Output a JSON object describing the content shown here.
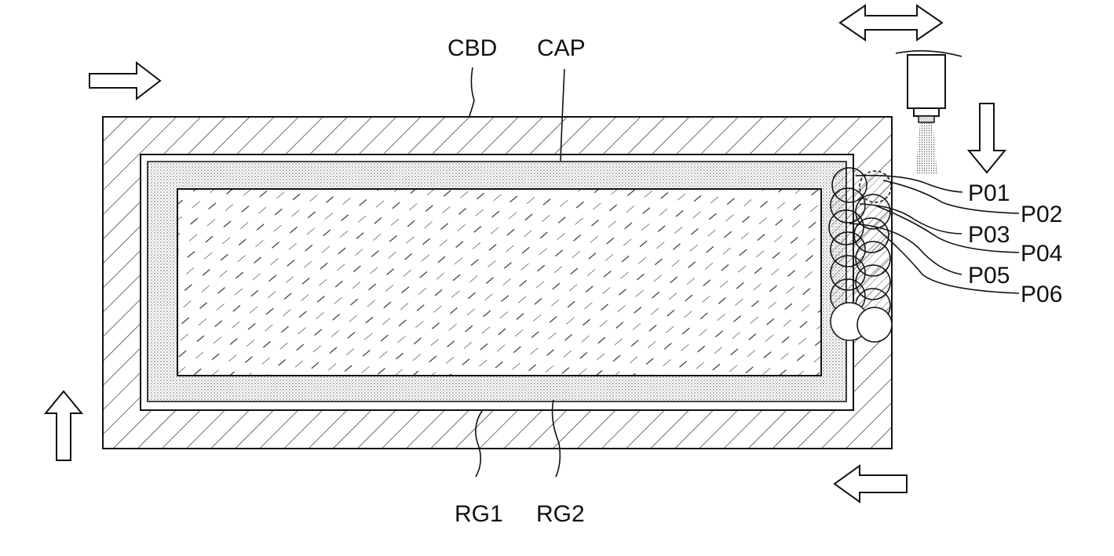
{
  "labels": {
    "cbd": "CBD",
    "cap": "CAP",
    "rg1": "RG1",
    "rg2": "RG2",
    "p01": "P01",
    "p02": "P02",
    "p03": "P03",
    "p04": "P04",
    "p05": "P05",
    "p06": "P06"
  },
  "colors": {
    "line": "#111111",
    "background": "#ffffff",
    "dot_fill": "#bcbcbc"
  },
  "icons": {
    "move_right": "arrow-right-icon",
    "move_down": "arrow-down-icon",
    "move_left": "arrow-left-icon",
    "move_up": "arrow-up-icon",
    "nozzle_travel": "double-arrow-horizontal-icon",
    "dispenser": "nozzle-icon"
  }
}
